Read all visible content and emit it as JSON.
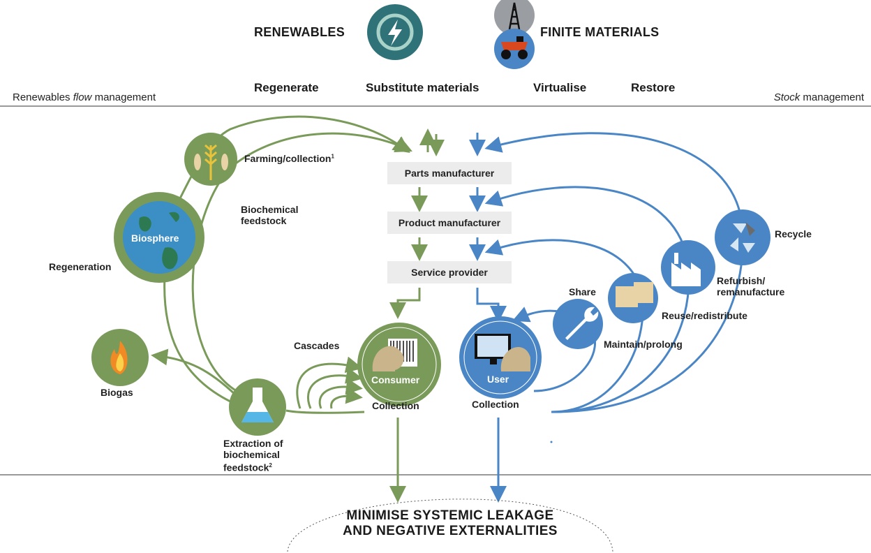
{
  "header": {
    "renewables": "RENEWABLES",
    "finite": "FINITE MATERIALS"
  },
  "strategies": [
    "Regenerate",
    "Substitute materials",
    "Virtualise",
    "Restore"
  ],
  "management": {
    "left_prefix": "Renewables ",
    "left_italic": "flow",
    "left_suffix": " management",
    "right_italic": "Stock",
    "right_suffix": " management"
  },
  "boxes": {
    "parts": "Parts manufacturer",
    "product": "Product manufacturer",
    "service": "Service provider"
  },
  "bio": {
    "farming": "Farming/collection",
    "farming_sup": "1",
    "biochemical_feedstock_1": "Biochemical",
    "biochemical_feedstock_2": "feedstock",
    "biosphere": "Biosphere",
    "regeneration": "Regeneration",
    "biogas": "Biogas",
    "cascades": "Cascades",
    "extraction_1": "Extraction of",
    "extraction_2": "biochemical",
    "extraction_3": "feedstock",
    "extraction_sup": "2",
    "consumer": "Consumer",
    "collection_left": "Collection"
  },
  "tech": {
    "recycle": "Recycle",
    "refurbish_1": "Refurbish/",
    "refurbish_2": "remanufacture",
    "reuse": "Reuse/redistribute",
    "share": "Share",
    "maintain": "Maintain/prolong",
    "user": "User",
    "collection_right": "Collection"
  },
  "bottom": {
    "line1": "MINIMISE SYSTEMIC LEAKAGE",
    "line2": "AND NEGATIVE EXTERNALITIES"
  },
  "colors": {
    "green": "#7a9a5a",
    "blue": "#4a86c5",
    "teal": "#2f7278"
  }
}
